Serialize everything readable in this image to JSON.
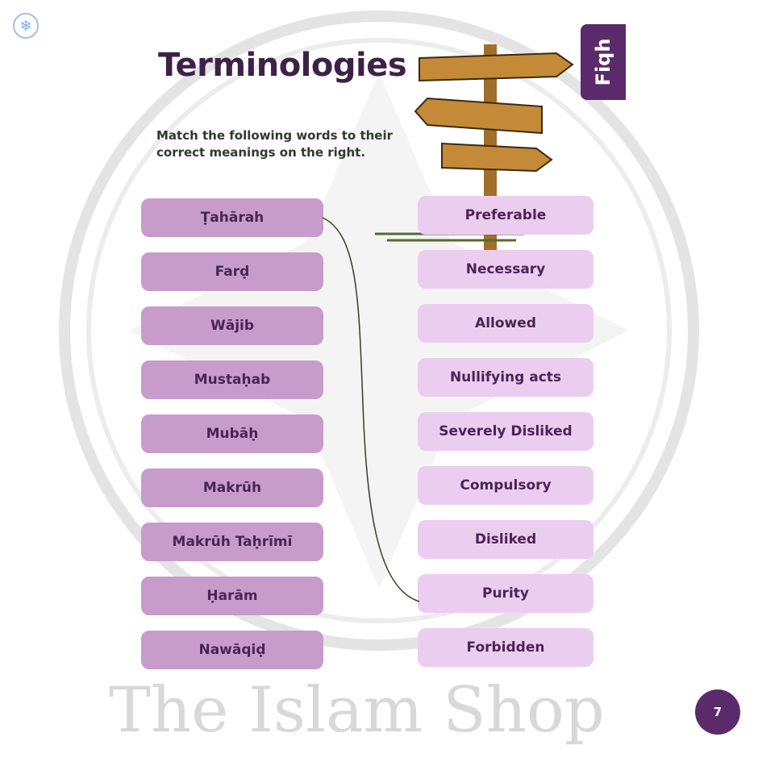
{
  "title": "Terminologies",
  "instruction": "Match the following words to their correct meanings on the right.",
  "tab_label": "Fiqh",
  "page_number": "7",
  "watermark": "The Islam Shop",
  "terms": [
    "Ṭahārah",
    "Farḍ",
    "Wājib",
    "Mustaḥab",
    "Mubāḥ",
    "Makrūh",
    "Makrūh Taḥrīmī",
    "Ḥarām",
    "Nawāqiḍ"
  ],
  "meanings": [
    "Preferable",
    "Necessary",
    "Allowed",
    "Nullifying acts",
    "Severely Disliked",
    "Compulsory",
    "Disliked",
    "Purity",
    "Forbidden"
  ],
  "colors": {
    "accent": "#5b2a6b",
    "term_box": "#c79ccb",
    "meaning_box": "#ebcdf0"
  }
}
